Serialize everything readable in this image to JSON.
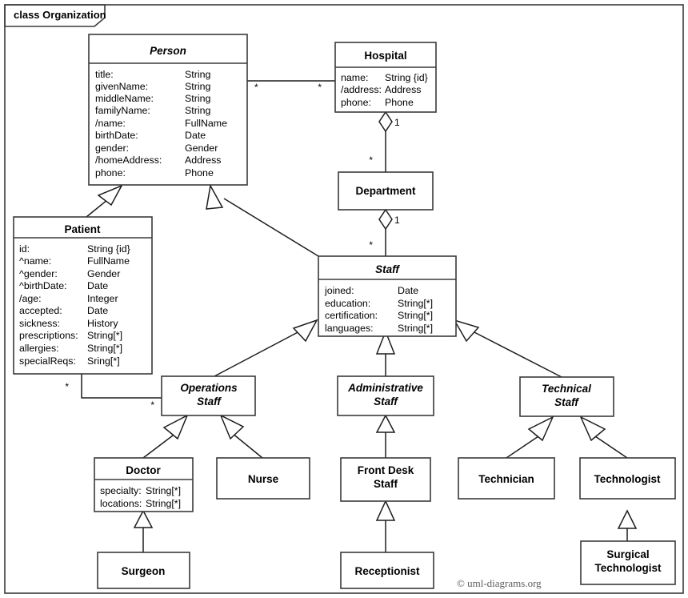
{
  "frame": {
    "label": "class Organization"
  },
  "credit": "© uml-diagrams.org",
  "classes": {
    "person": {
      "name": "Person",
      "abstract": true,
      "attributes": [
        {
          "name": "title:",
          "type": "String"
        },
        {
          "name": "givenName:",
          "type": "String"
        },
        {
          "name": "middleName:",
          "type": "String"
        },
        {
          "name": "familyName:",
          "type": "String"
        },
        {
          "name": "/name:",
          "type": "FullName"
        },
        {
          "name": "birthDate:",
          "type": "Date"
        },
        {
          "name": "gender:",
          "type": "Gender"
        },
        {
          "name": "/homeAddress:",
          "type": "Address"
        },
        {
          "name": "phone:",
          "type": "Phone"
        }
      ]
    },
    "hospital": {
      "name": "Hospital",
      "abstract": false,
      "attributes": [
        {
          "name": "name:",
          "type": "String {id}"
        },
        {
          "name": "/address:",
          "type": "Address"
        },
        {
          "name": "phone:",
          "type": "Phone"
        }
      ]
    },
    "department": {
      "name": "Department",
      "abstract": false,
      "attributes": []
    },
    "patient": {
      "name": "Patient",
      "abstract": false,
      "attributes": [
        {
          "name": "id:",
          "type": "String {id}"
        },
        {
          "name": "^name:",
          "type": "FullName"
        },
        {
          "name": "^gender:",
          "type": "Gender"
        },
        {
          "name": "^birthDate:",
          "type": "Date"
        },
        {
          "name": "/age:",
          "type": "Integer"
        },
        {
          "name": "accepted:",
          "type": "Date"
        },
        {
          "name": "sickness:",
          "type": "History"
        },
        {
          "name": "prescriptions:",
          "type": "String[*]"
        },
        {
          "name": "allergies:",
          "type": "String[*]"
        },
        {
          "name": "specialReqs:",
          "type": "Sring[*]"
        }
      ]
    },
    "staff": {
      "name": "Staff",
      "abstract": true,
      "attributes": [
        {
          "name": "joined:",
          "type": "Date"
        },
        {
          "name": "education:",
          "type": "String[*]"
        },
        {
          "name": "certification:",
          "type": "String[*]"
        },
        {
          "name": "languages:",
          "type": "String[*]"
        }
      ]
    },
    "operations_staff": {
      "name": "Operations Staff",
      "line1": "Operations",
      "line2": "Staff",
      "abstract": true,
      "attributes": []
    },
    "administrative_staff": {
      "name": "Administrative Staff",
      "line1": "Administrative",
      "line2": "Staff",
      "abstract": true,
      "attributes": []
    },
    "technical_staff": {
      "name": "Technical Staff",
      "line1": "Technical",
      "line2": "Staff",
      "abstract": true,
      "attributes": []
    },
    "doctor": {
      "name": "Doctor",
      "abstract": false,
      "attributes": [
        {
          "name": "specialty:",
          "type": "String[*]"
        },
        {
          "name": "locations:",
          "type": "String[*]"
        }
      ]
    },
    "nurse": {
      "name": "Nurse",
      "abstract": false,
      "attributes": []
    },
    "front_desk_staff": {
      "name": "Front Desk Staff",
      "line1": "Front Desk",
      "line2": "Staff",
      "abstract": false,
      "attributes": []
    },
    "technician": {
      "name": "Technician",
      "abstract": false,
      "attributes": []
    },
    "technologist": {
      "name": "Technologist",
      "abstract": false,
      "attributes": []
    },
    "surgeon": {
      "name": "Surgeon",
      "abstract": false,
      "attributes": []
    },
    "receptionist": {
      "name": "Receptionist",
      "abstract": false,
      "attributes": []
    },
    "surgical_technologist": {
      "name": "Surgical Technologist",
      "line1": "Surgical",
      "line2": "Technologist",
      "abstract": false,
      "attributes": []
    }
  },
  "multiplicities": {
    "person_hospital_person_end": "*",
    "person_hospital_hospital_end": "*",
    "hospital_department_hospital_end": "1",
    "hospital_department_department_end": "*",
    "department_staff_department_end": "1",
    "department_staff_staff_end": "*",
    "patient_ops_patient_end": "*",
    "patient_ops_ops_end": "*"
  },
  "relationships": [
    {
      "name": "person-hospital-association",
      "kind": "association",
      "from": "Person",
      "to": "Hospital"
    },
    {
      "name": "hospital-department-aggregation",
      "kind": "shared-aggregation",
      "from": "Hospital",
      "to": "Department"
    },
    {
      "name": "department-staff-aggregation",
      "kind": "shared-aggregation",
      "from": "Department",
      "to": "Staff"
    },
    {
      "name": "patient-operations-staff-association",
      "kind": "association",
      "from": "Patient",
      "to": "Operations Staff"
    },
    {
      "name": "patient-person-generalization",
      "kind": "generalization",
      "from": "Patient",
      "to": "Person"
    },
    {
      "name": "staff-person-generalization",
      "kind": "generalization",
      "from": "Staff",
      "to": "Person"
    },
    {
      "name": "operations-staff-generalization",
      "kind": "generalization",
      "from": "Operations Staff",
      "to": "Staff"
    },
    {
      "name": "administrative-staff-generalization",
      "kind": "generalization",
      "from": "Administrative Staff",
      "to": "Staff"
    },
    {
      "name": "technical-staff-generalization",
      "kind": "generalization",
      "from": "Technical Staff",
      "to": "Staff"
    },
    {
      "name": "doctor-generalization",
      "kind": "generalization",
      "from": "Doctor",
      "to": "Operations Staff"
    },
    {
      "name": "nurse-generalization",
      "kind": "generalization",
      "from": "Nurse",
      "to": "Operations Staff"
    },
    {
      "name": "front-desk-staff-generalization",
      "kind": "generalization",
      "from": "Front Desk Staff",
      "to": "Administrative Staff"
    },
    {
      "name": "technician-generalization",
      "kind": "generalization",
      "from": "Technician",
      "to": "Technical Staff"
    },
    {
      "name": "technologist-generalization",
      "kind": "generalization",
      "from": "Technologist",
      "to": "Technical Staff"
    },
    {
      "name": "surgeon-generalization",
      "kind": "generalization",
      "from": "Surgeon",
      "to": "Doctor"
    },
    {
      "name": "receptionist-generalization",
      "kind": "generalization",
      "from": "Receptionist",
      "to": "Front Desk Staff"
    },
    {
      "name": "surgical-technologist-generalization",
      "kind": "generalization",
      "from": "Surgical Technologist",
      "to": "Technologist"
    }
  ],
  "colors": {
    "stroke": "#3a3a3a",
    "line": "#1d1d1d",
    "background": "#ffffff",
    "credit": "#5d5d5d"
  }
}
